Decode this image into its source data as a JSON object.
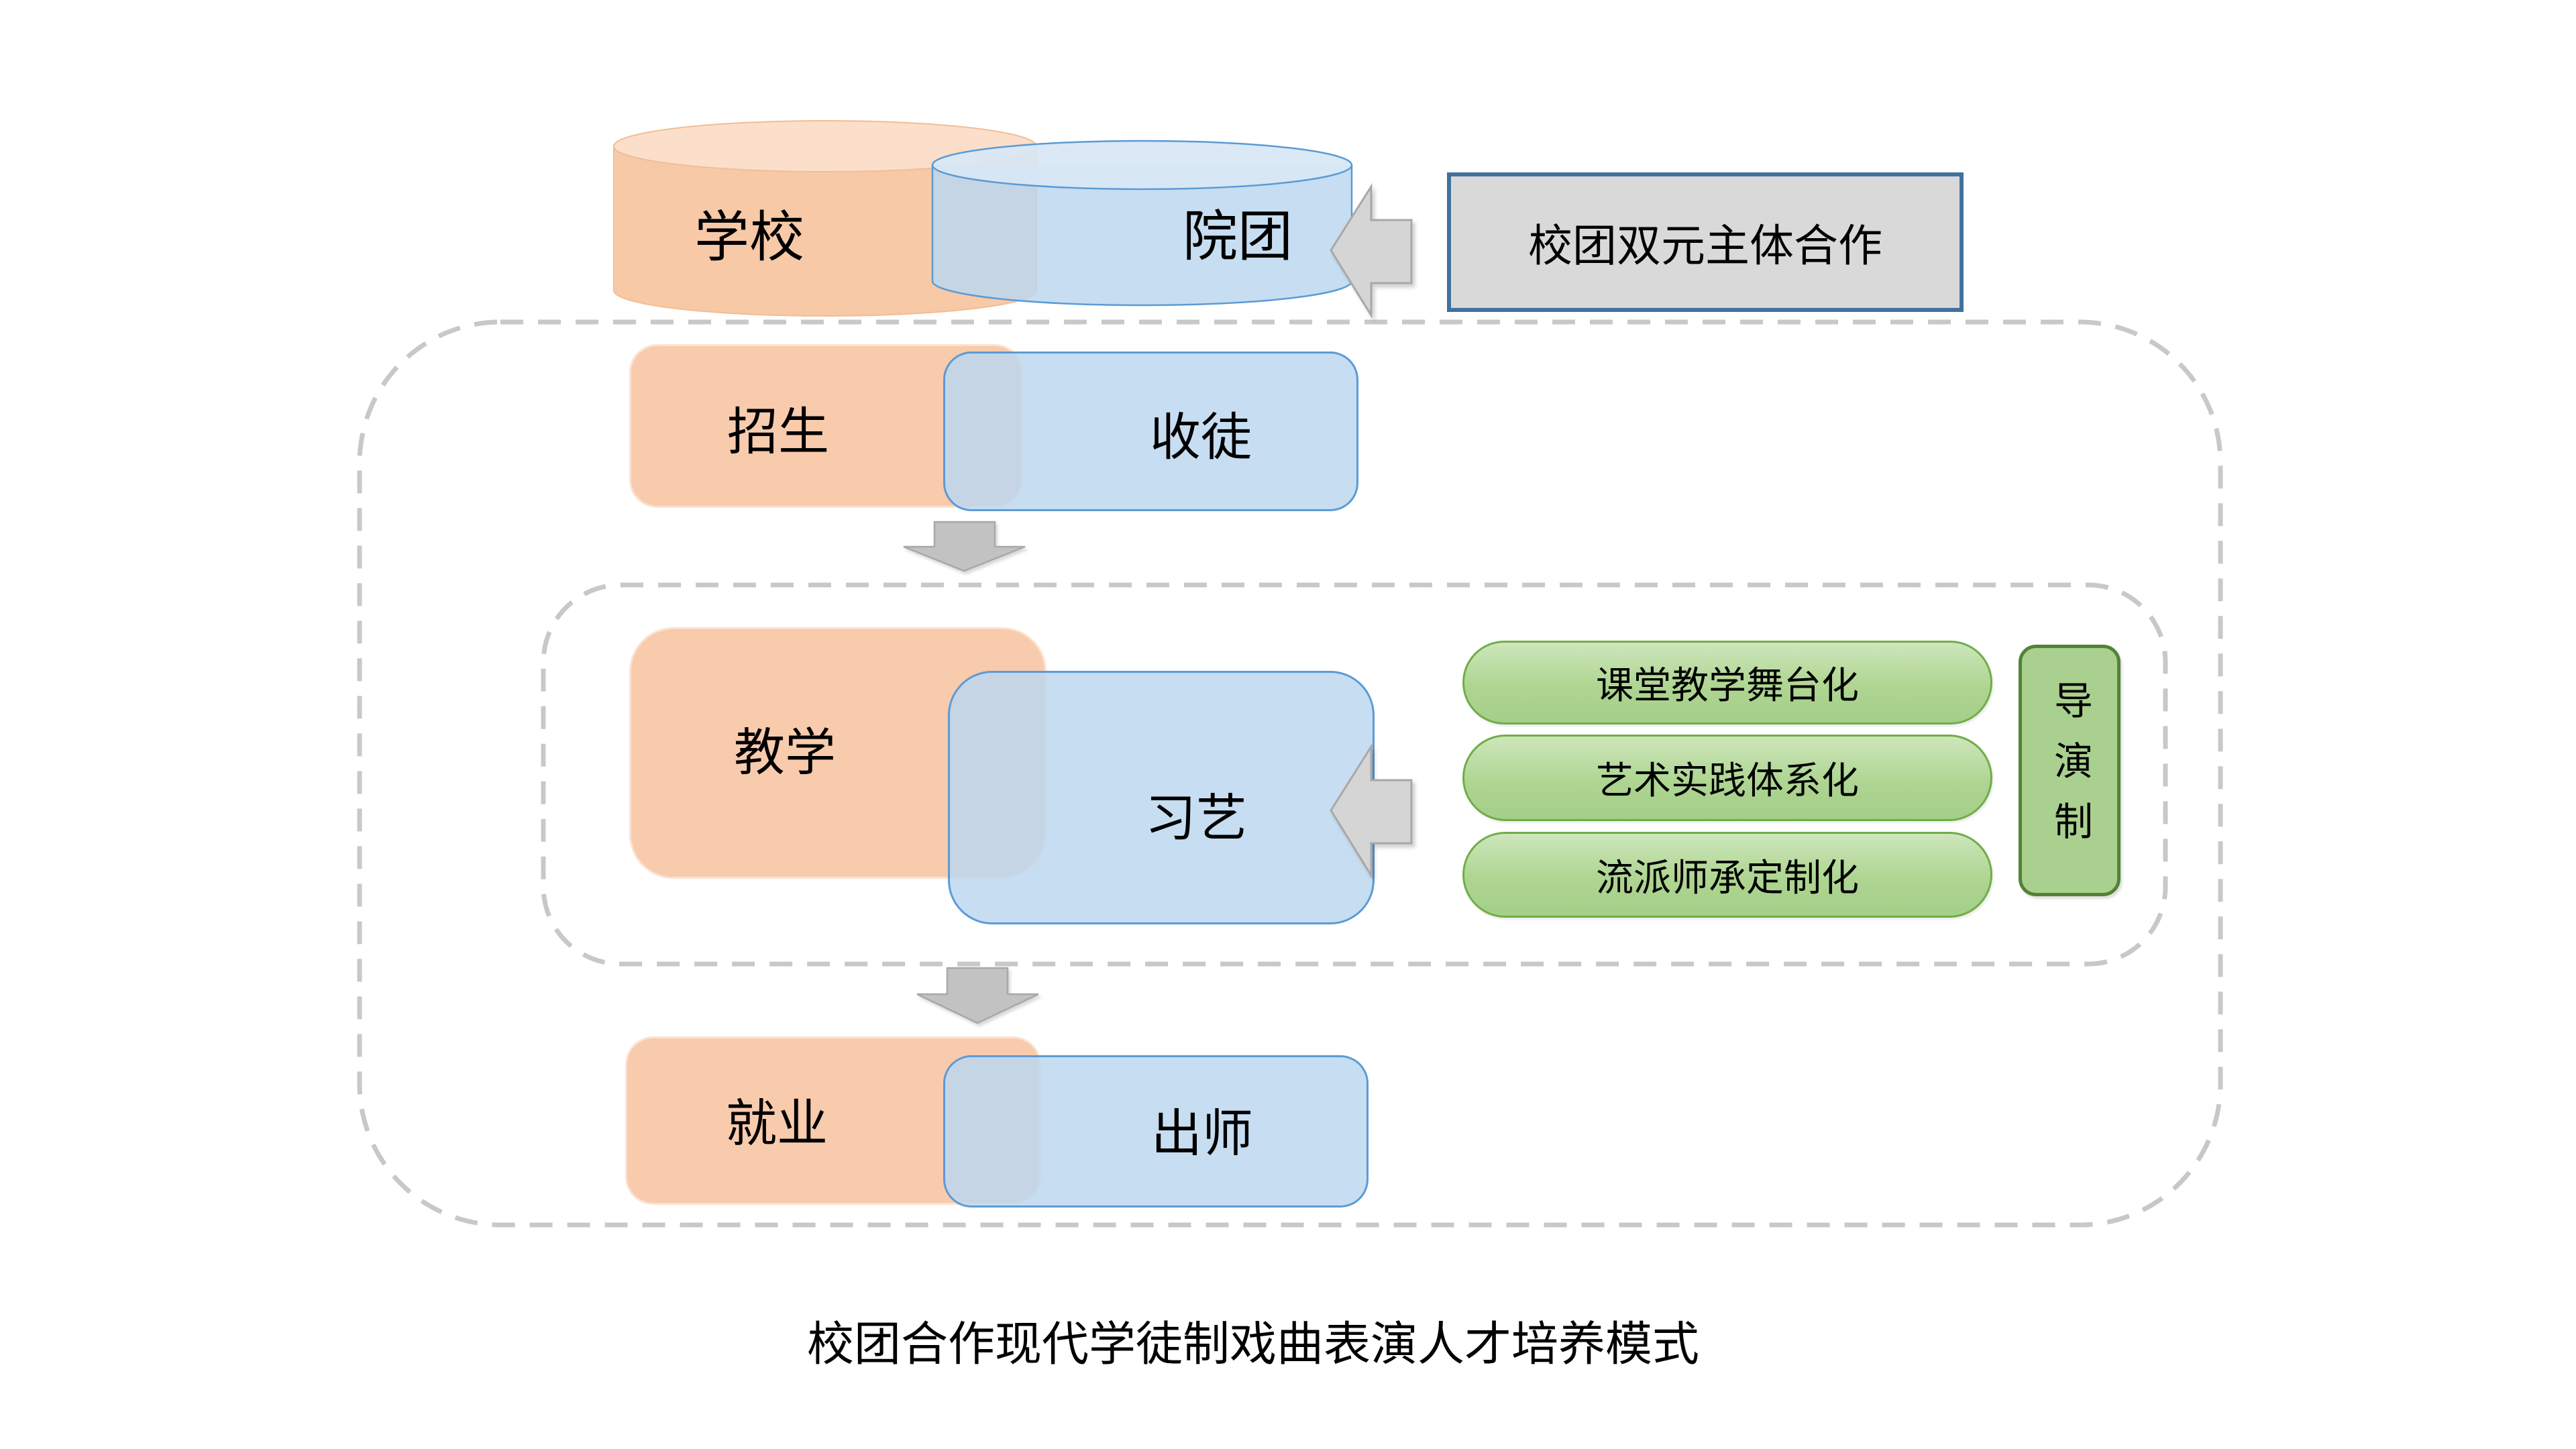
{
  "entities": {
    "school": "学校",
    "troupe": "院团"
  },
  "cooperation": {
    "label": "校团双元主体合作"
  },
  "flow": {
    "school_stages": [
      {
        "label": "招生"
      },
      {
        "label": "教学"
      },
      {
        "label": "就业"
      }
    ],
    "troupe_stages": [
      {
        "label": "收徒"
      },
      {
        "label": "习艺"
      },
      {
        "label": "出师"
      }
    ]
  },
  "teaching_features": [
    {
      "label": "课堂教学舞台化"
    },
    {
      "label": "艺术实践体系化"
    },
    {
      "label": "流派师承定制化"
    }
  ],
  "director_system": {
    "label": "导演制"
  },
  "caption": "校团合作现代学徒制戏曲表演人才培养模式",
  "colors": {
    "orange-fill": "#F8CBAD",
    "orange-edge": "#FBE2D0",
    "blue-fill": "#BDD7EE",
    "blue-edge": "#5B9BD5",
    "green-fill": "#A9D08E",
    "green-edge": "#70AD47",
    "green-dark-edge": "#548235",
    "gray-fill": "#D9D9D9",
    "gray-box-edge": "#41719C",
    "arrow-edge": "#A8A8A8",
    "dash-gray": "#C8C8C8",
    "text": "#000000"
  }
}
